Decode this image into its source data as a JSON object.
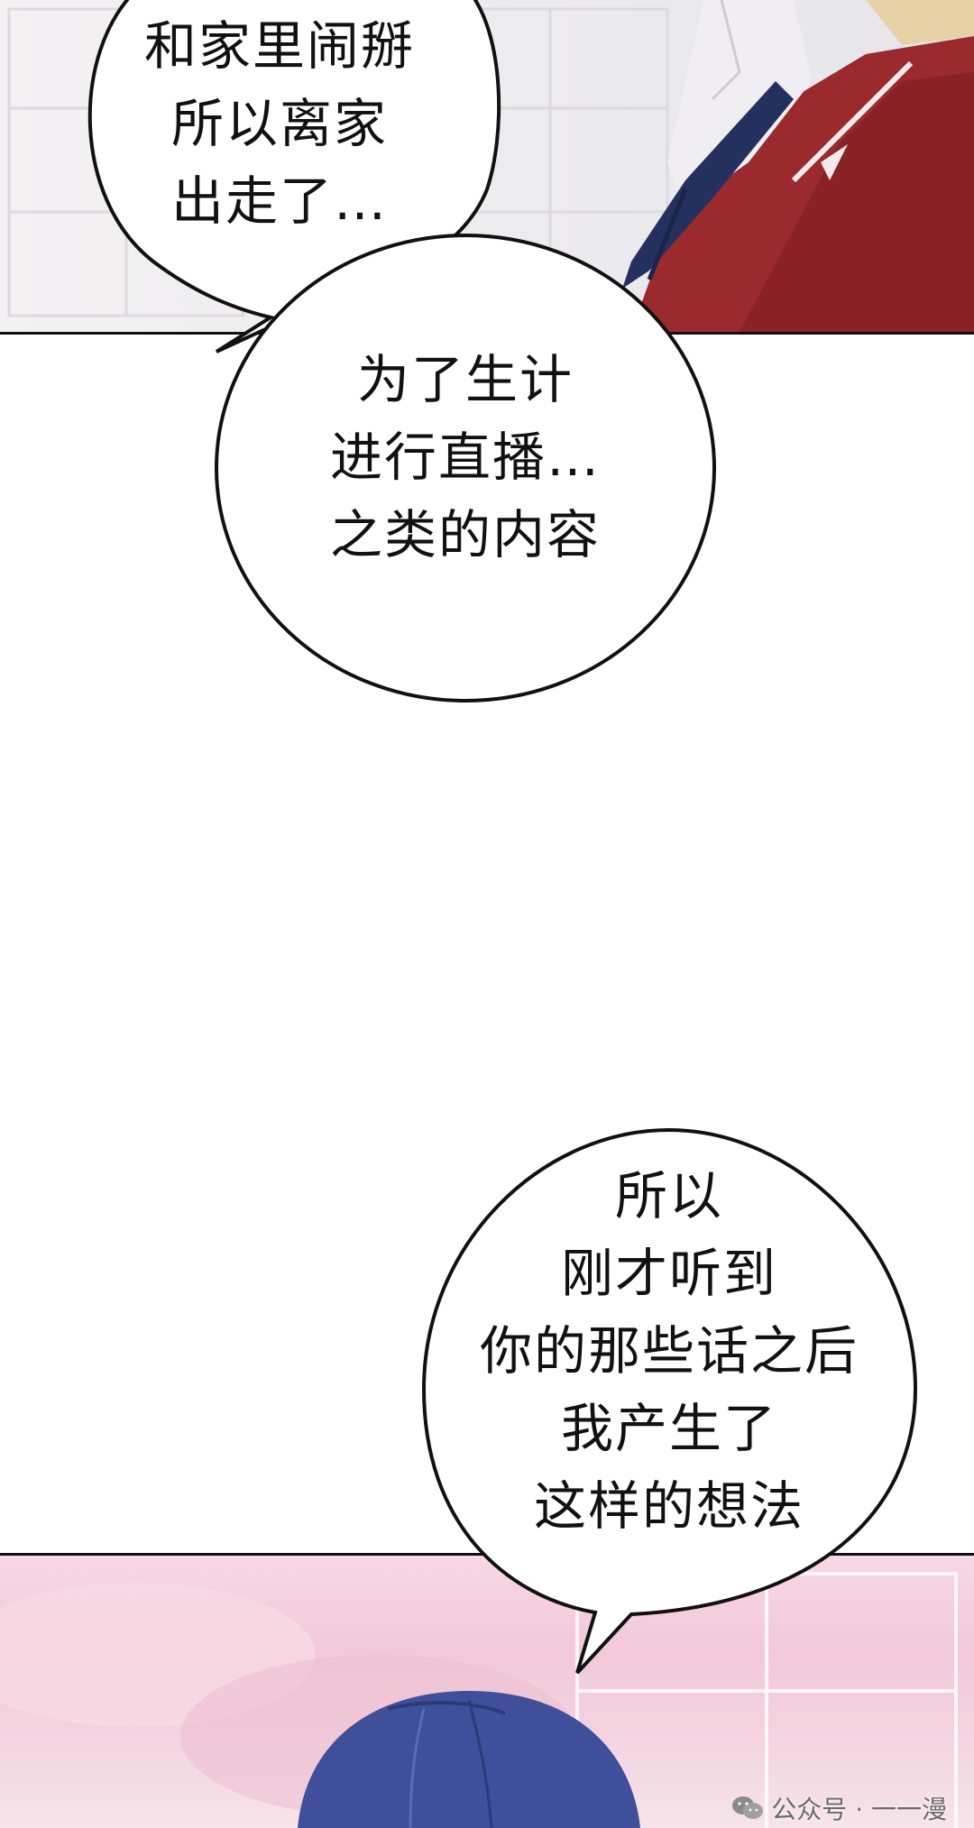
{
  "bubbles": {
    "first": {
      "lines": [
        "和家里闹掰",
        "所以离家",
        "出走了…"
      ]
    },
    "second": {
      "lines": [
        "为了生计",
        "进行直播…",
        "之类的内容"
      ]
    },
    "third": {
      "lines": [
        "所以",
        "刚才听到",
        "你的那些话之后",
        "我产生了",
        "这样的想法"
      ]
    }
  },
  "watermark": {
    "text": "公众号 · 一一漫",
    "icon": "wechat-icon"
  },
  "colors": {
    "jacket": "#9b2a2f",
    "tie": "#24315f",
    "hair": "#3f4f99",
    "pink_bg": "#f2c9d8"
  }
}
